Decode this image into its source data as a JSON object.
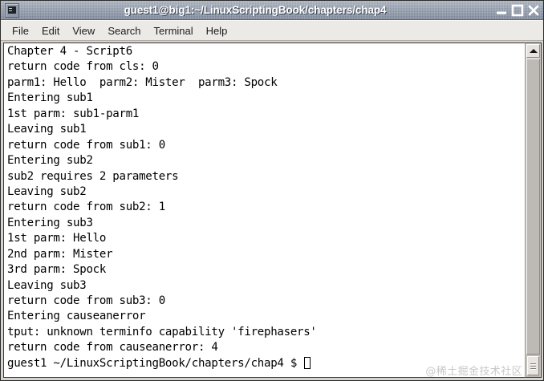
{
  "window": {
    "title": "guest1@big1:~/LinuxScriptingBook/chapters/chap4",
    "icon": "terminal-icon",
    "controls": {
      "minimize": "minimize-icon",
      "maximize": "maximize-icon",
      "close": "close-icon"
    },
    "titlebar_color": "#7e8a9c",
    "title_text_color": "#ffffff"
  },
  "menubar": {
    "items": [
      {
        "label": "File"
      },
      {
        "label": "Edit"
      },
      {
        "label": "View"
      },
      {
        "label": "Search"
      },
      {
        "label": "Terminal"
      },
      {
        "label": "Help"
      }
    ]
  },
  "terminal": {
    "background": "#ffffff",
    "foreground": "#000000",
    "cursor_style": "hollow-block",
    "lines": [
      "Chapter 4 - Script6",
      "return code from cls: 0",
      "parm1: Hello  parm2: Mister  parm3: Spock",
      "Entering sub1",
      "1st parm: sub1-parm1",
      "Leaving sub1",
      "return code from sub1: 0",
      "Entering sub2",
      "sub2 requires 2 parameters",
      "Leaving sub2",
      "return code from sub2: 1",
      "Entering sub3",
      "1st parm: Hello",
      "2nd parm: Mister",
      "3rd parm: Spock",
      "Leaving sub3",
      "return code from sub3: 0",
      "Entering causeanerror",
      "tput: unknown terminfo capability 'firephasers'",
      "return code from causeanerror: 4"
    ],
    "prompt": "guest1 ~/LinuxScriptingBook/chapters/chap4 $ "
  },
  "scrollbar": {
    "up_arrow": "triangle-up-icon",
    "grip": "resize-grip-icon"
  },
  "watermark": {
    "text": "@稀土掘金技术社区"
  }
}
